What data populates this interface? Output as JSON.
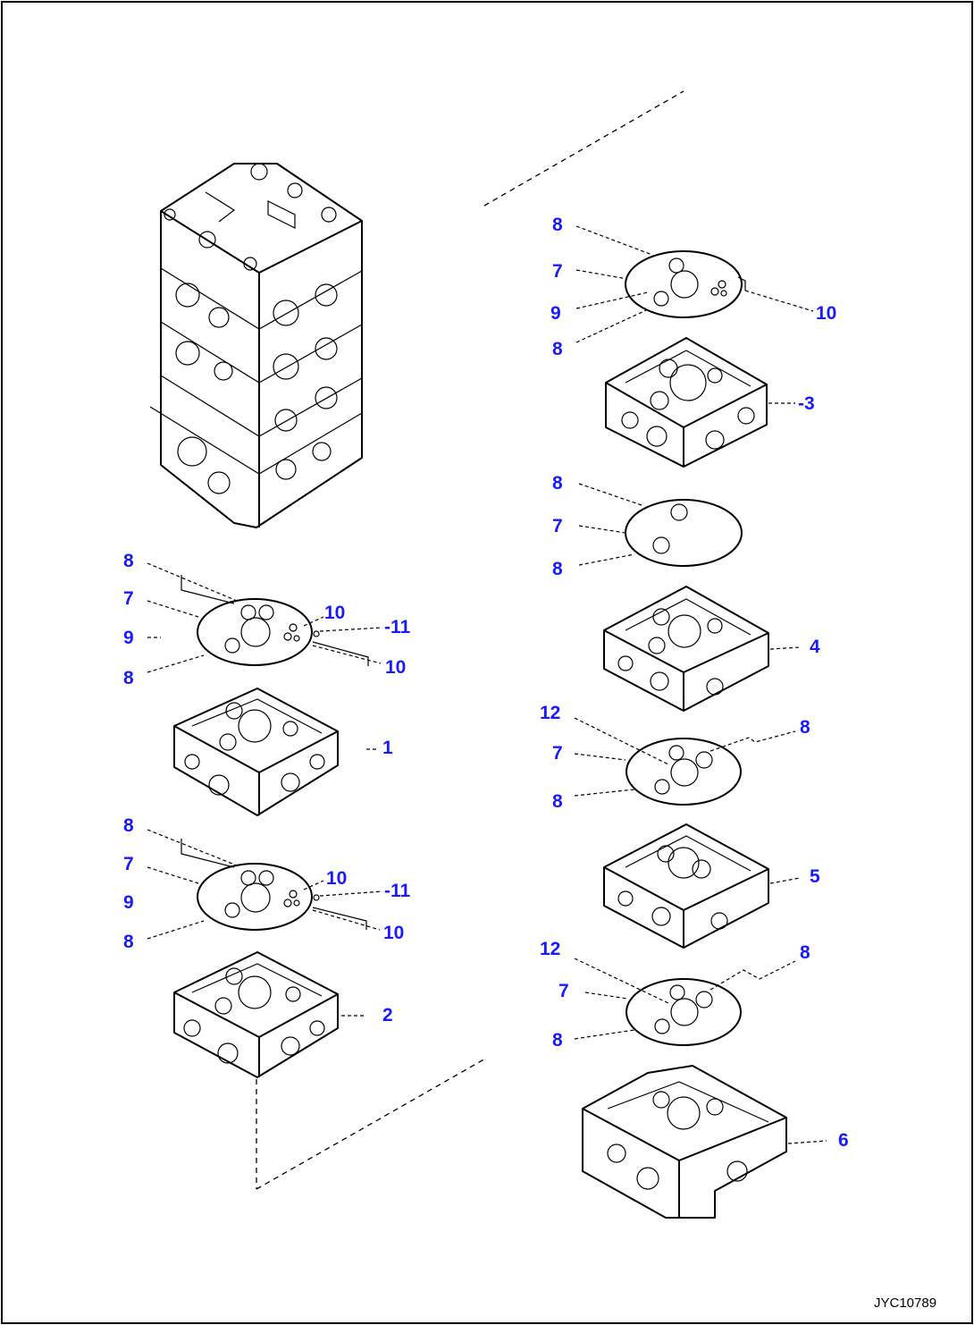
{
  "figure": {
    "drawing_ref": "JYC10789"
  },
  "callouts": {
    "c01": "8",
    "c02": "7",
    "c03": "9",
    "c04": "8",
    "c05": "10",
    "c06": "-3",
    "c07": "8",
    "c08": "7",
    "c09": "8",
    "c10": "4",
    "c11": "12",
    "c12": "7",
    "c13": "8",
    "c14": "8",
    "c15": "5",
    "c16": "12",
    "c17": "7",
    "c18": "8",
    "c19": "8",
    "c20": "6",
    "c21": "8",
    "c22": "7",
    "c23": "9",
    "c24": "8",
    "c25": "10",
    "c26": "-11",
    "c27": "10",
    "c28": "1",
    "c29": "8",
    "c30": "7",
    "c31": "9",
    "c32": "8",
    "c33": "10",
    "c34": "-11",
    "c35": "10",
    "c36": "2"
  },
  "colors": {
    "callout_text": "#1a1aff",
    "line_art": "#000000",
    "background": "#ffffff"
  }
}
